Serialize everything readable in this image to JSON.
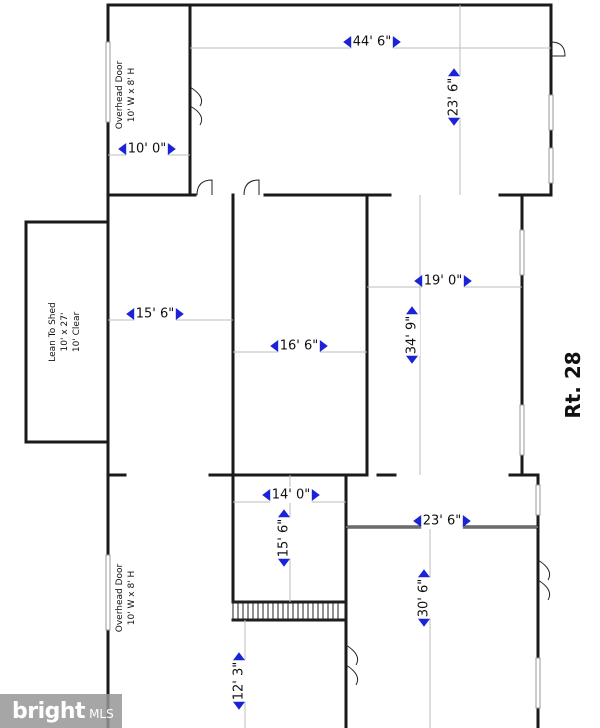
{
  "labels": {
    "road": "Rt. 28",
    "shed_line1": "Lean To Shed",
    "shed_line2": "10' x 27'",
    "shed_line3": "10' Clear",
    "overhead_top_line1": "Overhead Door",
    "overhead_top_line2": "10' W x 8' H",
    "overhead_bottom_line1": "Overhead Door",
    "overhead_bottom_line2": "10' W x 8' H"
  },
  "dimensions": [
    {
      "id": "dim-44-6",
      "text": "44' 6\"",
      "orientation": "horizontal"
    },
    {
      "id": "dim-23-6-top",
      "text": "23' 6\"",
      "orientation": "vertical"
    },
    {
      "id": "dim-10-0",
      "text": "10' 0\"",
      "orientation": "horizontal"
    },
    {
      "id": "dim-15-6-left",
      "text": "15' 6\"",
      "orientation": "horizontal"
    },
    {
      "id": "dim-16-6",
      "text": "16' 6\"",
      "orientation": "horizontal"
    },
    {
      "id": "dim-19-0",
      "text": "19' 0\"",
      "orientation": "horizontal"
    },
    {
      "id": "dim-34-9",
      "text": "34' 9\"",
      "orientation": "vertical"
    },
    {
      "id": "dim-14-0",
      "text": "14' 0\"",
      "orientation": "horizontal"
    },
    {
      "id": "dim-15-6-mid",
      "text": "15' 6\"",
      "orientation": "vertical"
    },
    {
      "id": "dim-23-6-bottom",
      "text": "23' 6\"",
      "orientation": "horizontal"
    },
    {
      "id": "dim-30-6",
      "text": "30' 6\"",
      "orientation": "vertical"
    },
    {
      "id": "dim-12-3",
      "text": "12' 3\"",
      "orientation": "vertical"
    }
  ],
  "watermark": {
    "logo": "bright",
    "suffix": "MLS"
  },
  "colors": {
    "arrow": "#1a23d6",
    "wall": "#1a1a1a",
    "dimline": "#bdbdbd"
  }
}
